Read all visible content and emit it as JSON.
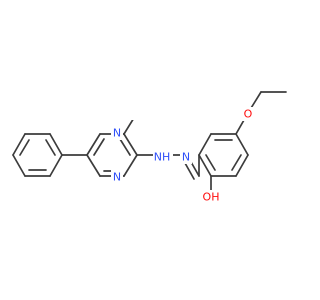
{
  "molecule": {
    "atoms": {
      "n_ring1": {
        "label": "N",
        "color": "#3050f8"
      },
      "n_ring3": {
        "label": "N",
        "color": "#3050f8"
      },
      "n_h": {
        "label": "NH",
        "color": "#3050f8"
      },
      "n_imine": {
        "label": "N",
        "color": "#3050f8"
      },
      "o_ether": {
        "label": "O",
        "color": "#ff0d0d"
      },
      "o_hydroxyl": {
        "label": "OH",
        "color": "#ff0d0d"
      }
    },
    "bond_color": "#3c3c3c"
  }
}
